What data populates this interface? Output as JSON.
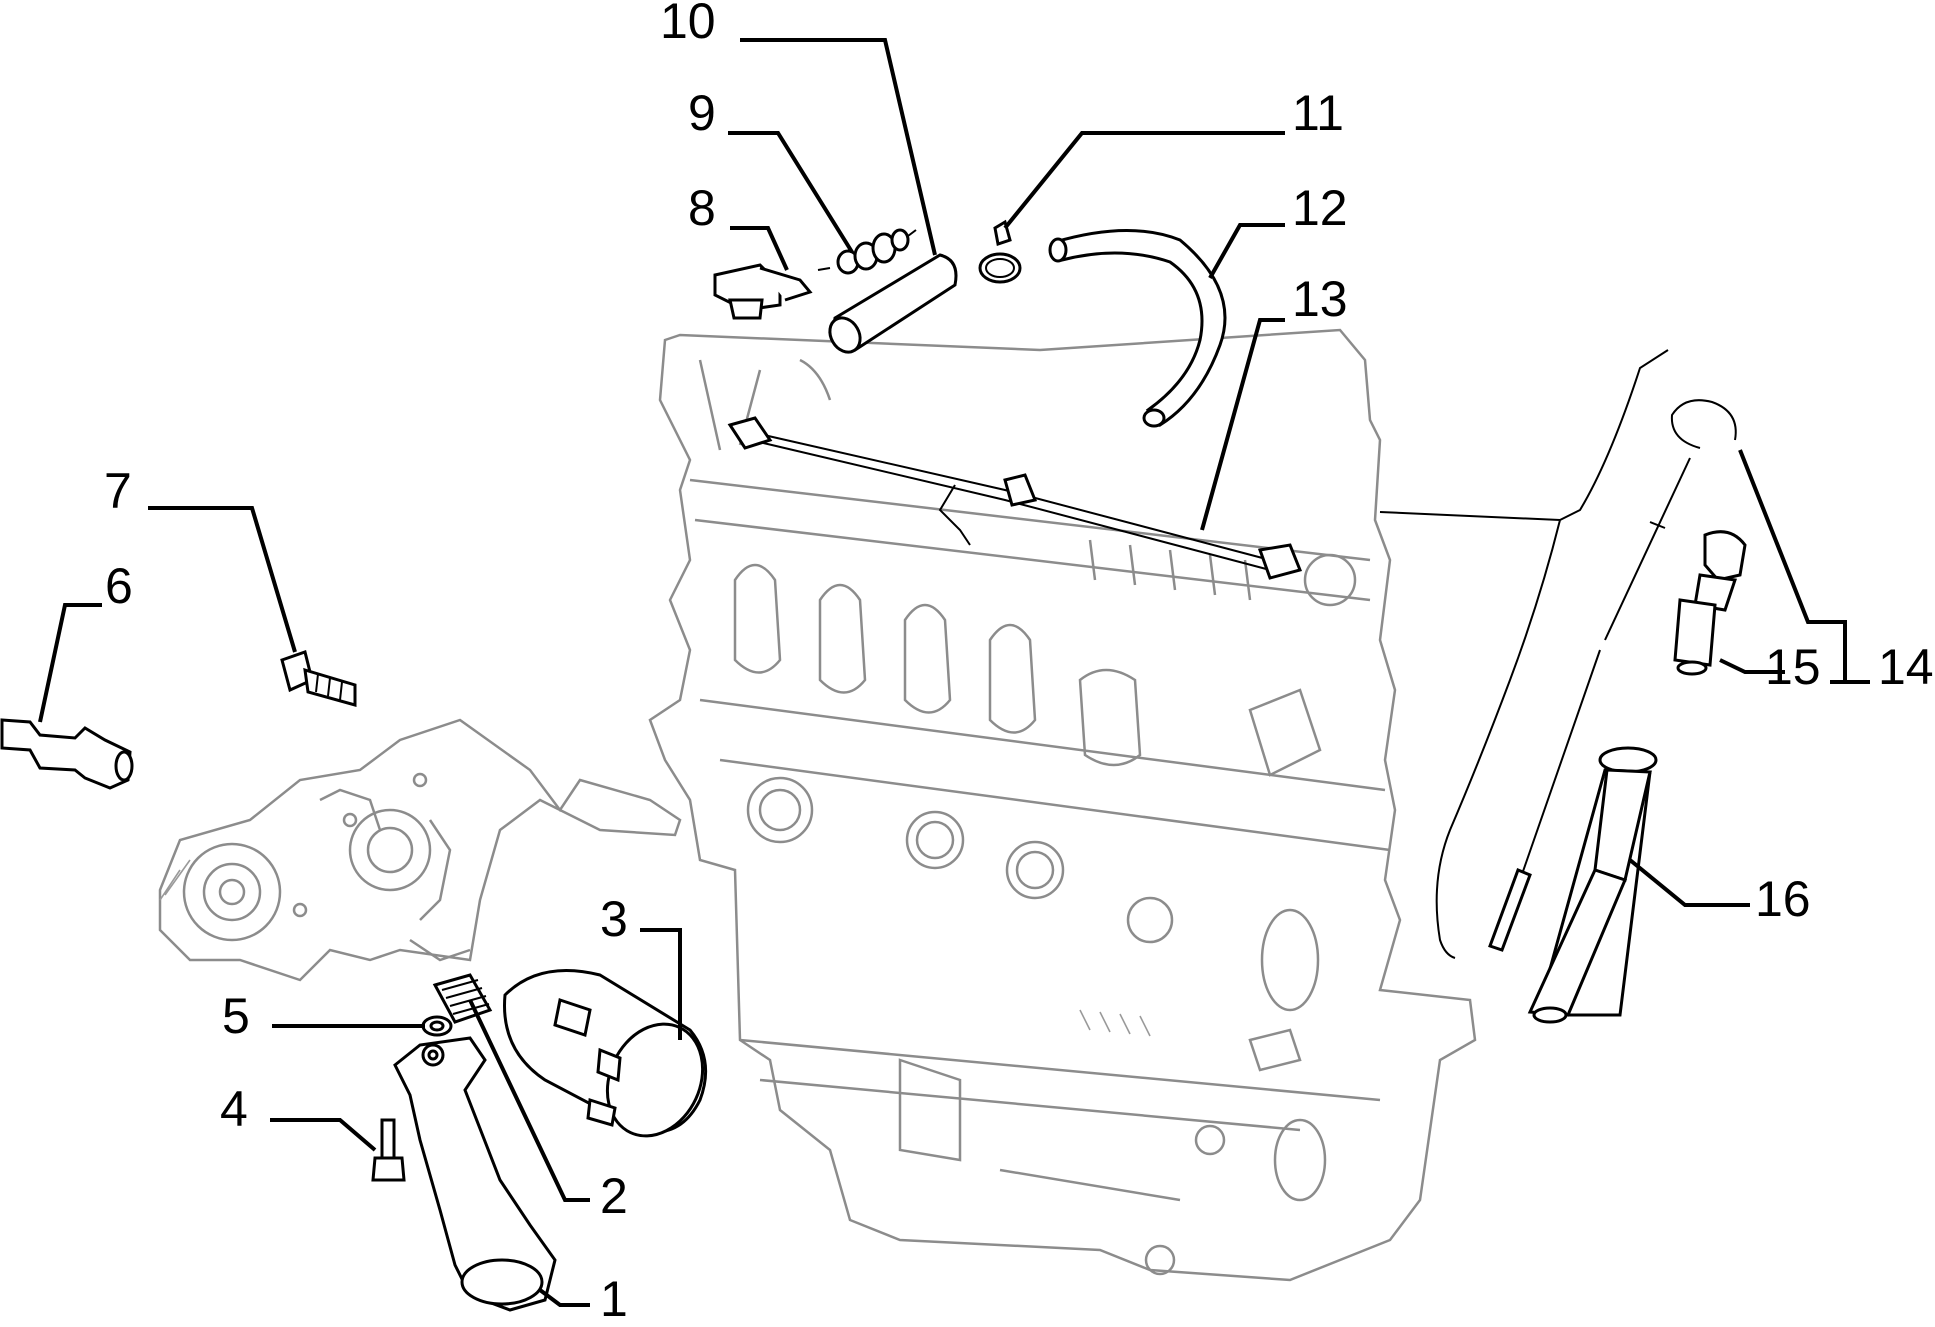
{
  "callouts": [
    {
      "id": "1",
      "label": "1"
    },
    {
      "id": "2",
      "label": "2"
    },
    {
      "id": "3",
      "label": "3"
    },
    {
      "id": "4",
      "label": "4"
    },
    {
      "id": "5",
      "label": "5"
    },
    {
      "id": "6",
      "label": "6"
    },
    {
      "id": "7",
      "label": "7"
    },
    {
      "id": "8",
      "label": "8"
    },
    {
      "id": "9",
      "label": "9"
    },
    {
      "id": "10",
      "label": "10"
    },
    {
      "id": "11",
      "label": "11"
    },
    {
      "id": "12",
      "label": "12"
    },
    {
      "id": "13",
      "label": "13"
    },
    {
      "id": "14",
      "label": "14"
    },
    {
      "id": "15",
      "label": "15"
    },
    {
      "id": "16",
      "label": "16"
    }
  ],
  "colors": {
    "background": "#ffffff",
    "line": "#000000",
    "ghost_engine": "#8c8c8c"
  }
}
